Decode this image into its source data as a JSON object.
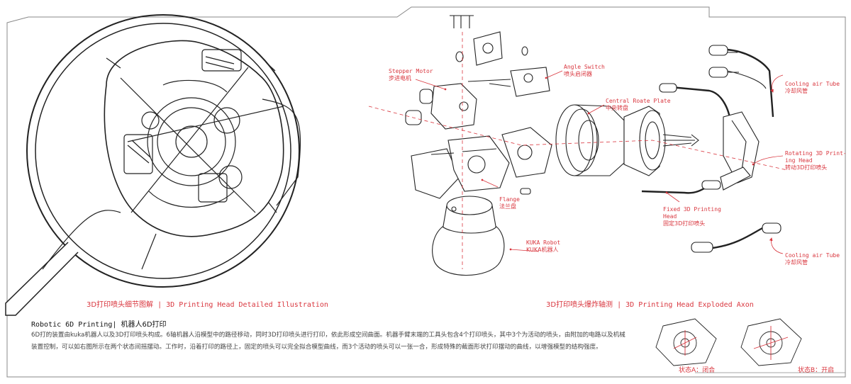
{
  "captions": {
    "left_cn": "3D打印喷头细节图解",
    "left_en": "3D Printing Head Detailed Illustration",
    "right_cn": "3D打印喷头爆炸轴测",
    "right_en": "3D Printing Head Exploded Axon",
    "separator": "|"
  },
  "labels": {
    "stepper_motor": {
      "en": "Stepper Motor",
      "cn": "步进电机"
    },
    "angle_switch": {
      "en": "Angle Switch",
      "cn": "喷头启闭器"
    },
    "central_plate": {
      "en": "Central Roate Plate",
      "cn": "中央转盘"
    },
    "cooling_tube_top": {
      "en": "Cooling air Tube",
      "cn": "冷却风管"
    },
    "rotating_head_l1": "Rotating 3D Print-",
    "rotating_head_l2": "ing Head",
    "rotating_head_cn": "转动3D打印喷头",
    "flange": {
      "en": "Flange",
      "cn": "法兰盘"
    },
    "fixed_head_l1": "Fixed 3D Printing",
    "fixed_head_l2": "Head",
    "fixed_head_cn": "固定3D打印喷头",
    "kuka": {
      "en": "KUKA Robot",
      "cn": "KUKA机器人"
    },
    "cooling_tube_bottom": {
      "en": "Cooling air Tube",
      "cn": "冷却风管"
    }
  },
  "description": {
    "title_en": "Robotic 6D Printing|",
    "title_cn": "机器人6D打印",
    "body": "6D打的装置由kuka机器人以及3D打印喷头构成。6轴机器人沿模型中的路径移动，同时3D打印喷头进行打印，依此形成空间曲面。机器手臂末端的工具头包含4个打印喷头，其中3个为活动的喷头，由附加的电路以及机械装置控制，可以如右图所示在两个状态间摇摆动。工作时，沿着打印的路径上，固定的喷头可以完全拟合模型曲线，而3个活动的喷头可以一张一合，形成特殊的截面形状打印摆动的曲线，以增强模型的结构强度。"
  },
  "states": {
    "a": "状态A：闭合",
    "b": "状态B：开启"
  },
  "colors": {
    "accent": "#d9363e",
    "line": "#222222",
    "frame": "#888888"
  }
}
